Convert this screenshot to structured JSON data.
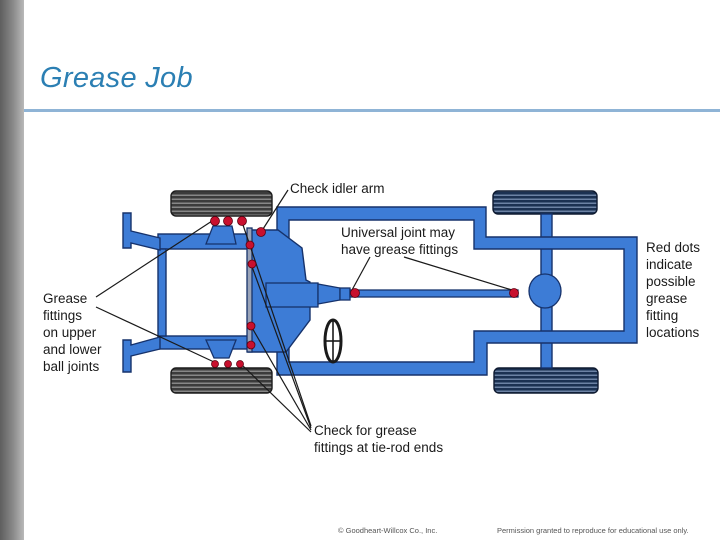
{
  "slide": {
    "title": "Grease Job",
    "footer_copyright": "© Goodheart-Willcox Co., Inc.",
    "footer_permission": "Permission granted to reproduce for educational use only."
  },
  "diagram": {
    "callout_idler": "Check idler arm",
    "callout_universal": [
      "Universal joint may",
      "have grease fittings"
    ],
    "callout_ball_joints": [
      "Grease",
      "fittings",
      "on upper",
      "and lower",
      "ball joints"
    ],
    "callout_red_dots": [
      "Red dots",
      "indicate",
      "possible",
      "grease",
      "fitting",
      "locations"
    ],
    "callout_tie_rod": [
      "Check for grease",
      "fittings at tie-rod ends"
    ]
  },
  "colors": {
    "title": "#2b7fb3",
    "frame_fill": "#3d7cd6",
    "frame_stroke": "#16326b",
    "tire_front": "#3b3b3b",
    "tire_rear": "#1b3152",
    "fitting_dot": "#c8102e"
  }
}
